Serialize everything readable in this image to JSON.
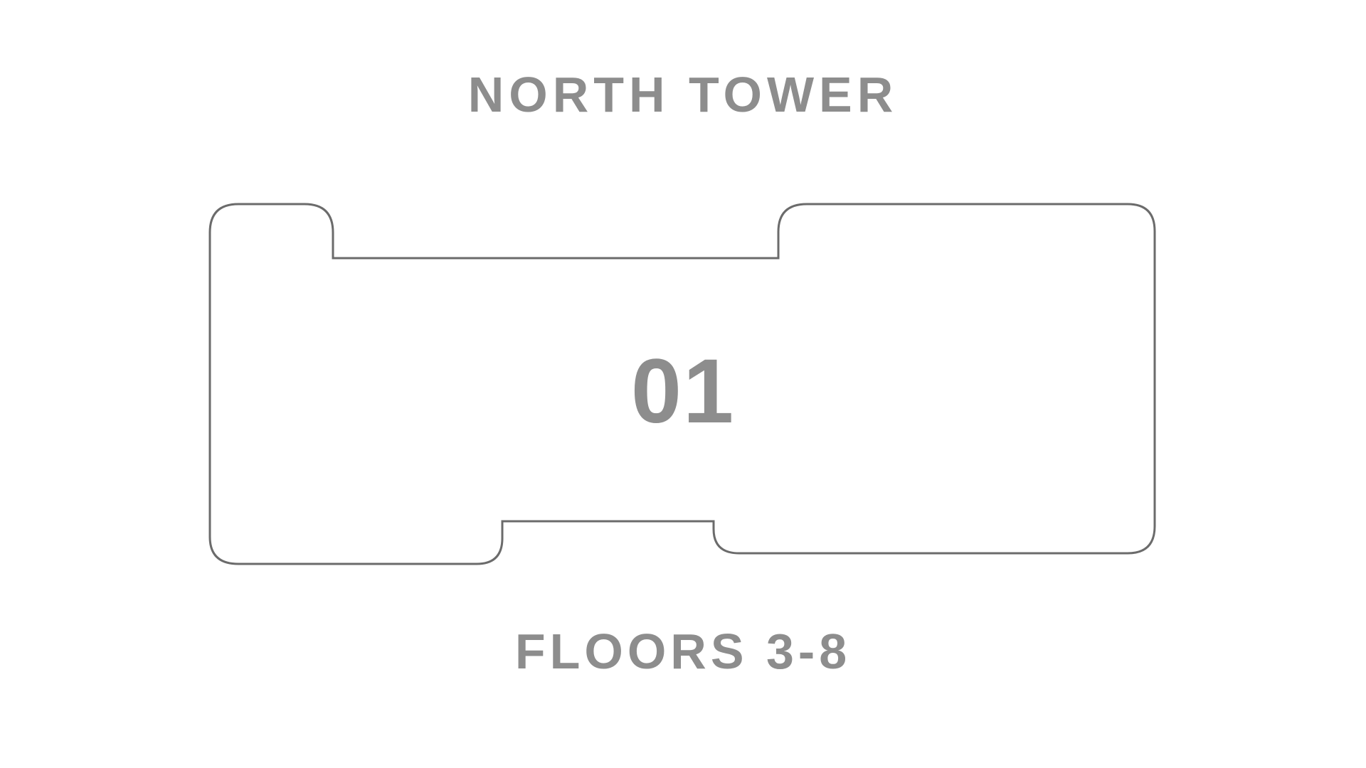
{
  "header": {
    "title": "NORTH TOWER"
  },
  "diagram": {
    "unit_number": "01",
    "caption": "FLOORS 3-8",
    "outline_color": "#6b6b6b",
    "fill_color": "#ffffff",
    "label_color": "#8d8d8d",
    "background_color": "#ffffff"
  }
}
